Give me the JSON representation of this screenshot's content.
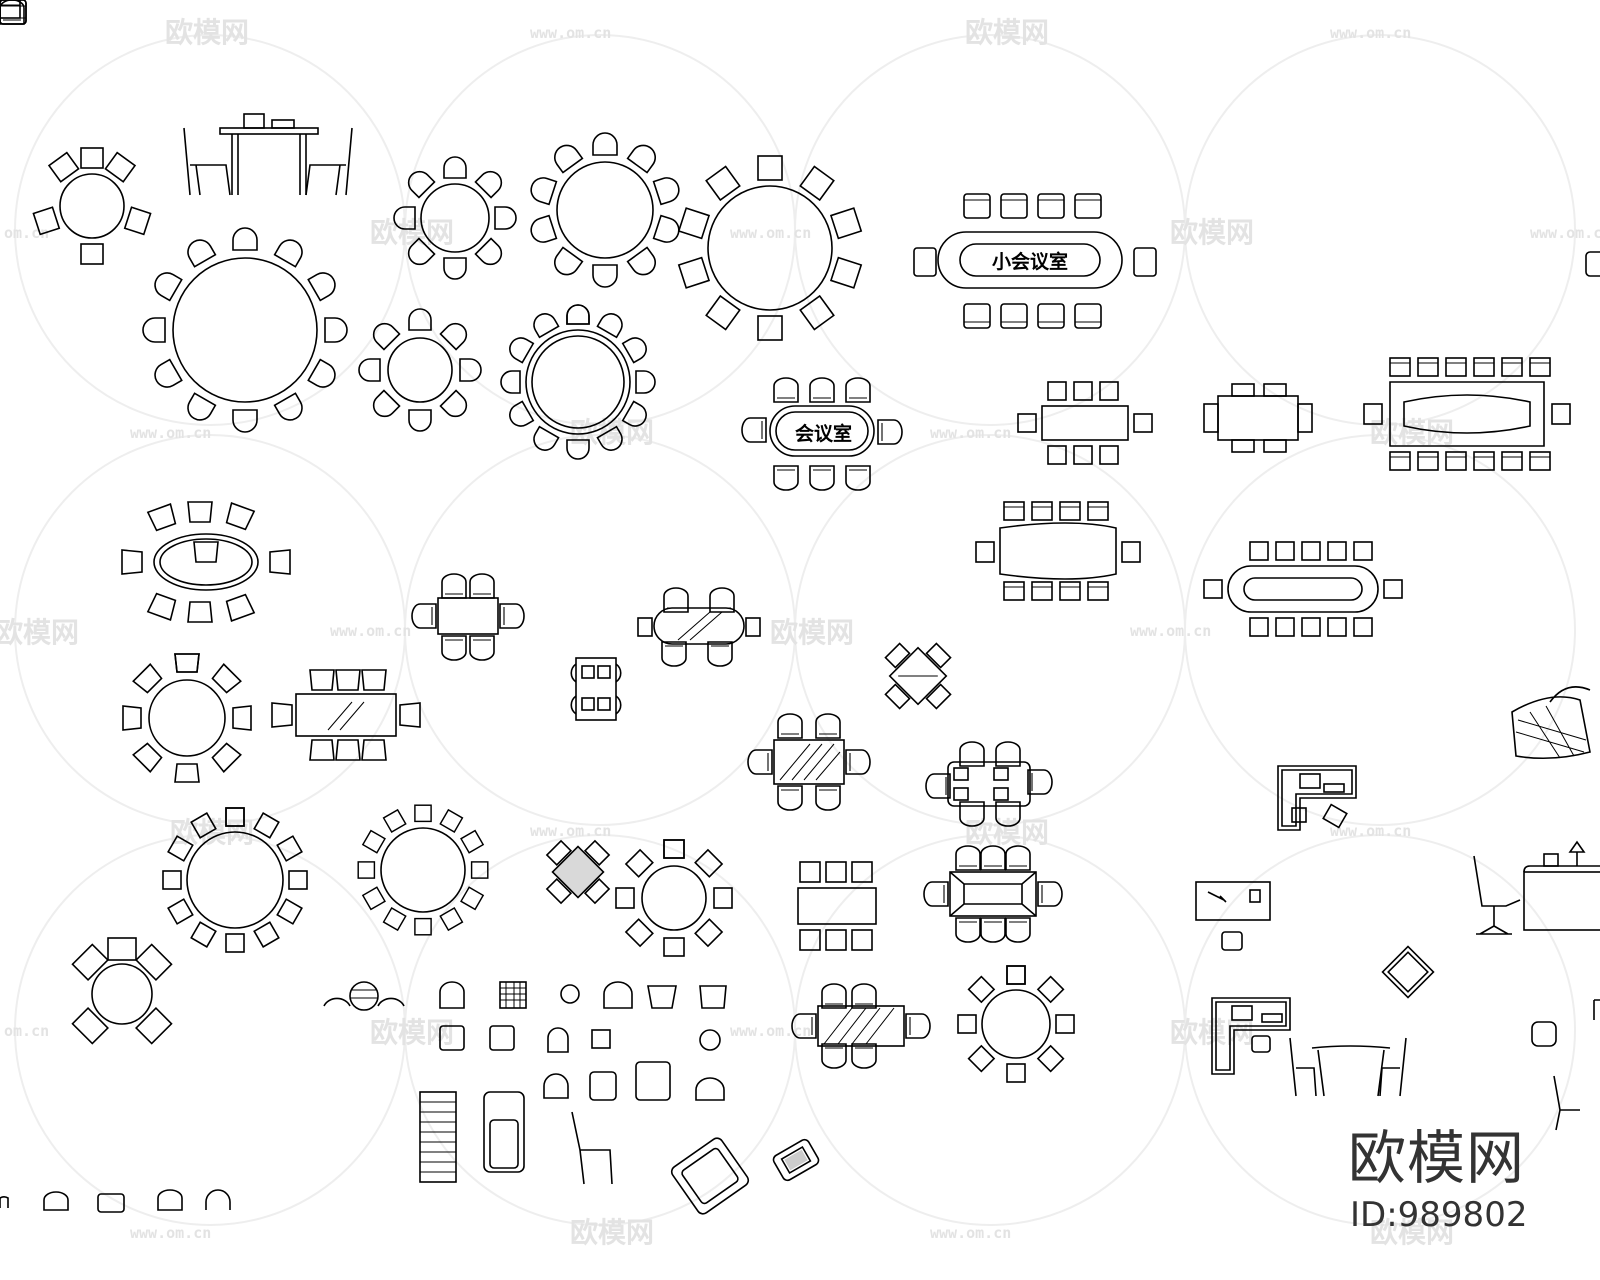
{
  "labels": {
    "small_meeting_room": "小会议室",
    "meeting_room": "会议室"
  },
  "watermark": {
    "logo_text": "欧模网",
    "url": "www.om.cn",
    "partial_left": "om.cn",
    "partial_text": "欧模网"
  },
  "brand": {
    "name": "欧模网",
    "id": "ID:989802"
  }
}
